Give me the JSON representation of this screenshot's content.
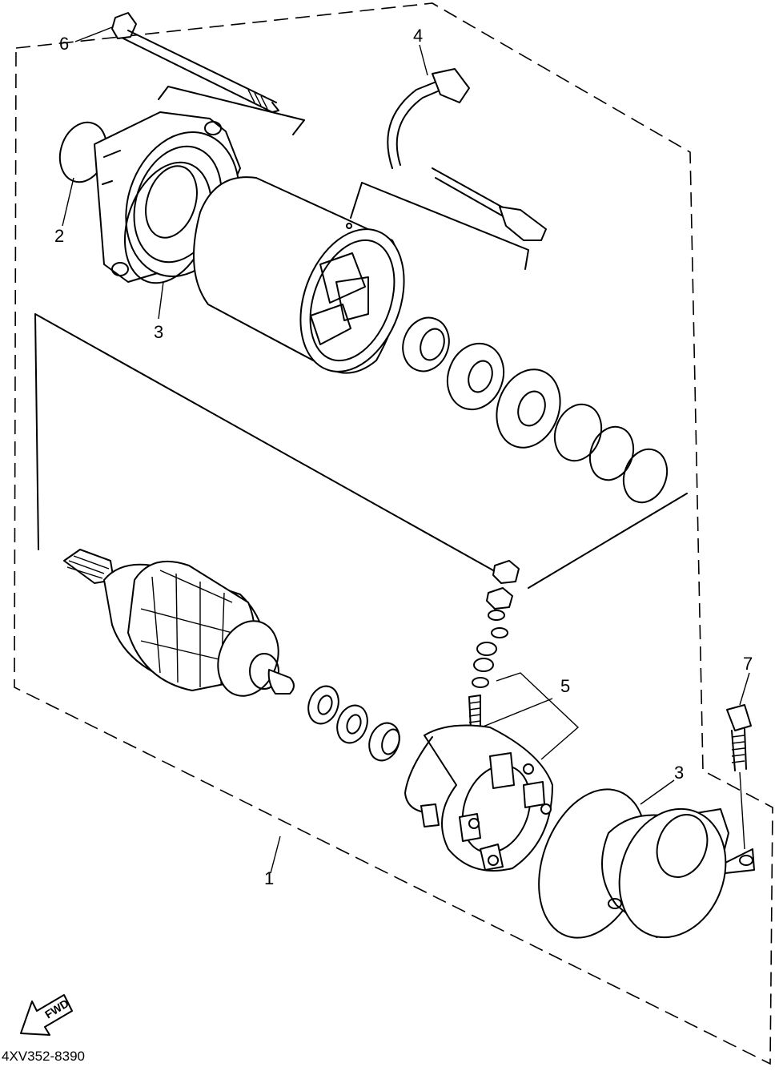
{
  "diagram": {
    "document_code": "4XV352-8390",
    "direction_label": "FWD",
    "callouts": [
      {
        "id": "callout-1",
        "number": "1"
      },
      {
        "id": "callout-2",
        "number": "2"
      },
      {
        "id": "callout-3a",
        "number": "3"
      },
      {
        "id": "callout-3b",
        "number": "3"
      },
      {
        "id": "callout-4",
        "number": "4"
      },
      {
        "id": "callout-5",
        "number": "5"
      },
      {
        "id": "callout-6",
        "number": "6"
      },
      {
        "id": "callout-7",
        "number": "7"
      }
    ]
  }
}
